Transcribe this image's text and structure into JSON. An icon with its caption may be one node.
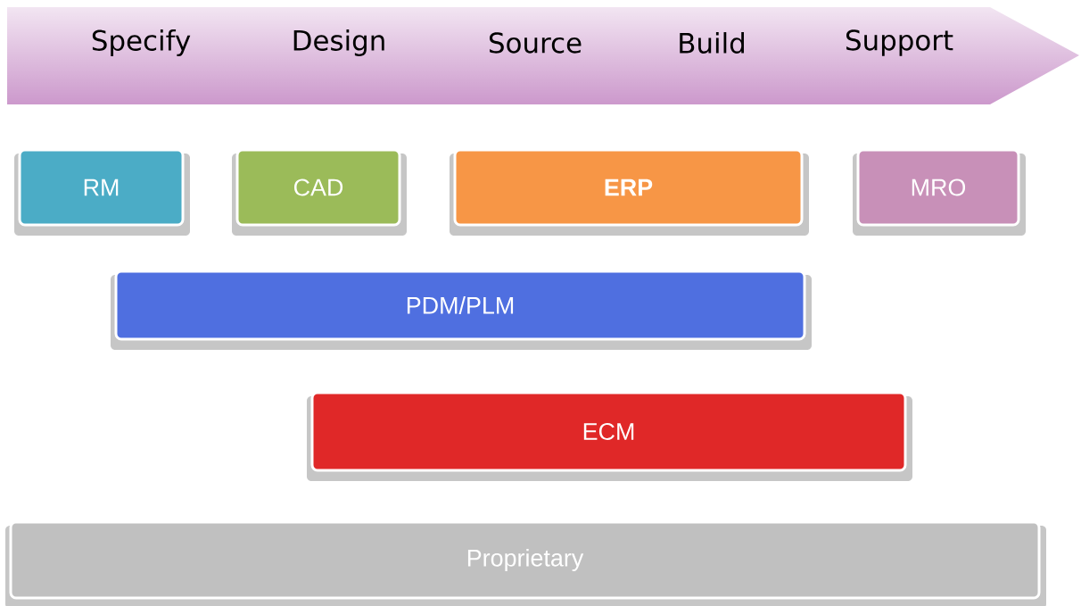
{
  "diagram": {
    "nodes": [
      {
        "text": [
          "Specify",
          "Design",
          "Source",
          "Build",
          "Support"
        ]
      },
      {
        "text": [
          "RM"
        ]
      },
      {
        "text": [
          "CAD"
        ]
      },
      {
        "text": [
          "ERP"
        ]
      },
      {
        "text": [
          "MRO"
        ]
      },
      {
        "text": [
          "PDM/PLM"
        ]
      },
      {
        "text": [
          "ECM"
        ]
      },
      {
        "text": [
          "Proprietary"
        ]
      }
    ]
  }
}
